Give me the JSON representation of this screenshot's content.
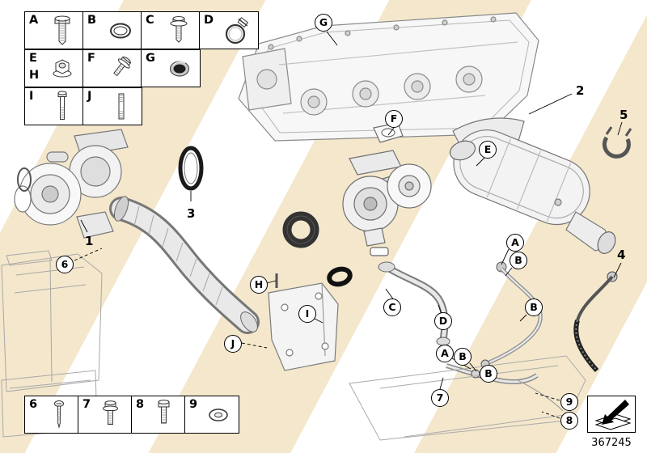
{
  "page": {
    "part_number": "367245"
  },
  "legend_top": {
    "rows": [
      {
        "cells": [
          {
            "letters": [
              "A"
            ],
            "icon": "hex-head-bolt-icon"
          },
          {
            "letters": [
              "B"
            ],
            "icon": "sealing-ring-icon"
          },
          {
            "letters": [
              "C"
            ],
            "icon": "hex-screw-washer-icon"
          },
          {
            "letters": [
              "D"
            ],
            "icon": "hose-clamp-icon"
          }
        ]
      },
      {
        "cells": [
          {
            "letters": [
              "E",
              "H"
            ],
            "icon": "flange-nut-icon"
          },
          {
            "letters": [
              "F"
            ],
            "icon": "flange-screw-icon"
          },
          {
            "letters": [
              "G"
            ],
            "icon": "blanking-plug-icon"
          }
        ]
      },
      {
        "cells": [
          {
            "letters": [
              "I"
            ],
            "icon": "long-hex-bolt-icon"
          },
          {
            "letters": [
              "J"
            ],
            "icon": "stud-bolt-icon"
          }
        ]
      }
    ]
  },
  "legend_bottom": {
    "cells": [
      {
        "label": "6",
        "icon": "pan-head-screw-icon"
      },
      {
        "label": "7",
        "icon": "flange-hex-bolt-icon"
      },
      {
        "label": "8",
        "icon": "hex-bolt-washer-icon"
      },
      {
        "label": "9",
        "icon": "flat-washer-icon"
      }
    ]
  },
  "callouts": {
    "circled": [
      {
        "label": "G"
      },
      {
        "label": "F"
      },
      {
        "label": "E"
      },
      {
        "label": "6"
      },
      {
        "label": "H"
      },
      {
        "label": "I"
      },
      {
        "label": "J"
      },
      {
        "label": "A"
      },
      {
        "label": "B"
      },
      {
        "label": "B"
      },
      {
        "label": "C"
      },
      {
        "label": "D"
      },
      {
        "label": "A"
      },
      {
        "label": "B"
      },
      {
        "label": "B"
      },
      {
        "label": "7"
      },
      {
        "label": "9"
      },
      {
        "label": "8"
      }
    ],
    "plain": [
      {
        "label": "2"
      },
      {
        "label": "5"
      },
      {
        "label": "3"
      },
      {
        "label": "1"
      },
      {
        "label": "4"
      }
    ]
  }
}
